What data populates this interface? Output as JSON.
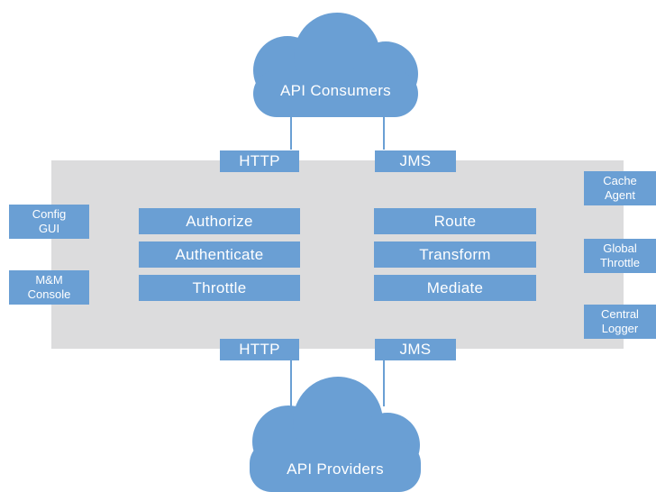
{
  "consumers": {
    "label": "API Consumers"
  },
  "providers": {
    "label": "API Providers"
  },
  "gateway": {
    "top_protocols": [
      "HTTP",
      "JMS"
    ],
    "bottom_protocols": [
      "HTTP",
      "JMS"
    ],
    "security_functions": [
      "Authorize",
      "Authenticate",
      "Throttle"
    ],
    "mediation_functions": [
      "Route",
      "Transform",
      "Mediate"
    ]
  },
  "left_tools": [
    {
      "lines": [
        "Config",
        "GUI"
      ]
    },
    {
      "lines": [
        "M&M",
        "Console"
      ]
    }
  ],
  "right_services": [
    {
      "lines": [
        "Cache",
        "Agent"
      ]
    },
    {
      "lines": [
        "Global",
        "Throttle"
      ]
    },
    {
      "lines": [
        "Central",
        "Logger"
      ]
    }
  ],
  "colors": {
    "accent": "#6a9fd4",
    "gateway_bg": "#dcdcdd",
    "text": "#ffffff"
  }
}
